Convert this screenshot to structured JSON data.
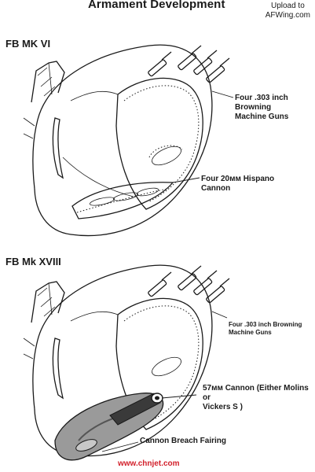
{
  "header": {
    "title": "Armament Development",
    "upload_line1": "Upload to",
    "upload_line2": "AFWing.com"
  },
  "sections": [
    {
      "label": "FB MK VI",
      "callouts": {
        "browning_1": "Four .303 inch",
        "browning_2": "Browning",
        "browning_3": "Machine Guns",
        "cannon_1": "Four 20мм Hispano",
        "cannon_2": "Cannon"
      }
    },
    {
      "label": "FB Mk XVIII",
      "callouts": {
        "browning_1": "Four .303 inch Browning",
        "browning_2": "Machine Guns",
        "molins_1": "57мм Cannon (Either Molins or",
        "molins_2": "Vickers S )",
        "fairing": "Cannon Breach Fairing"
      }
    }
  ],
  "watermark": "www.chnjet.com",
  "colors": {
    "ink": "#1a1a1a",
    "watermark": "#d21f2a",
    "background": "#ffffff"
  }
}
